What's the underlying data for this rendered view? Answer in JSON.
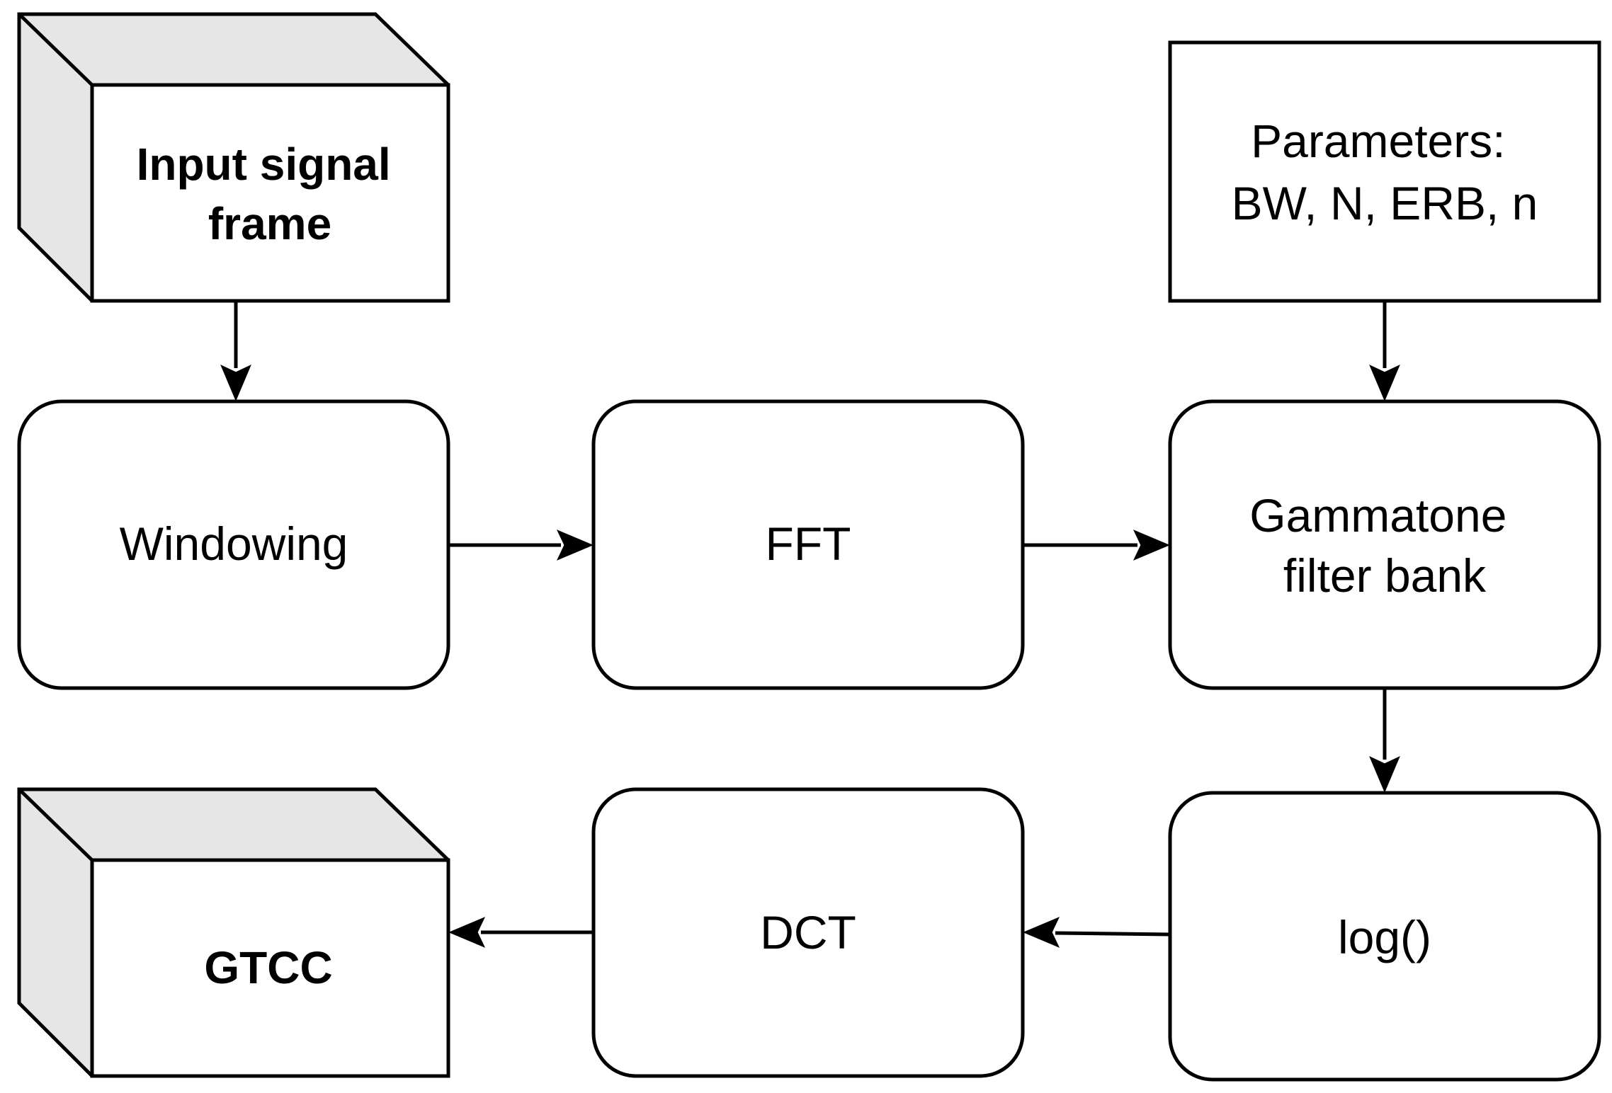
{
  "nodes": {
    "input": {
      "lines": [
        "Input signal",
        "frame"
      ]
    },
    "parameters": {
      "lines": [
        "Parameters:",
        "BW, N, ERB, n"
      ]
    },
    "windowing": {
      "lines": [
        "Windowing"
      ]
    },
    "fft": {
      "lines": [
        "FFT"
      ]
    },
    "gammatone": {
      "lines": [
        "Gammatone",
        "filter bank"
      ]
    },
    "log": {
      "lines": [
        "log()"
      ]
    },
    "dct": {
      "lines": [
        "DCT"
      ]
    },
    "gtcc": {
      "lines": [
        "GTCC"
      ]
    }
  }
}
